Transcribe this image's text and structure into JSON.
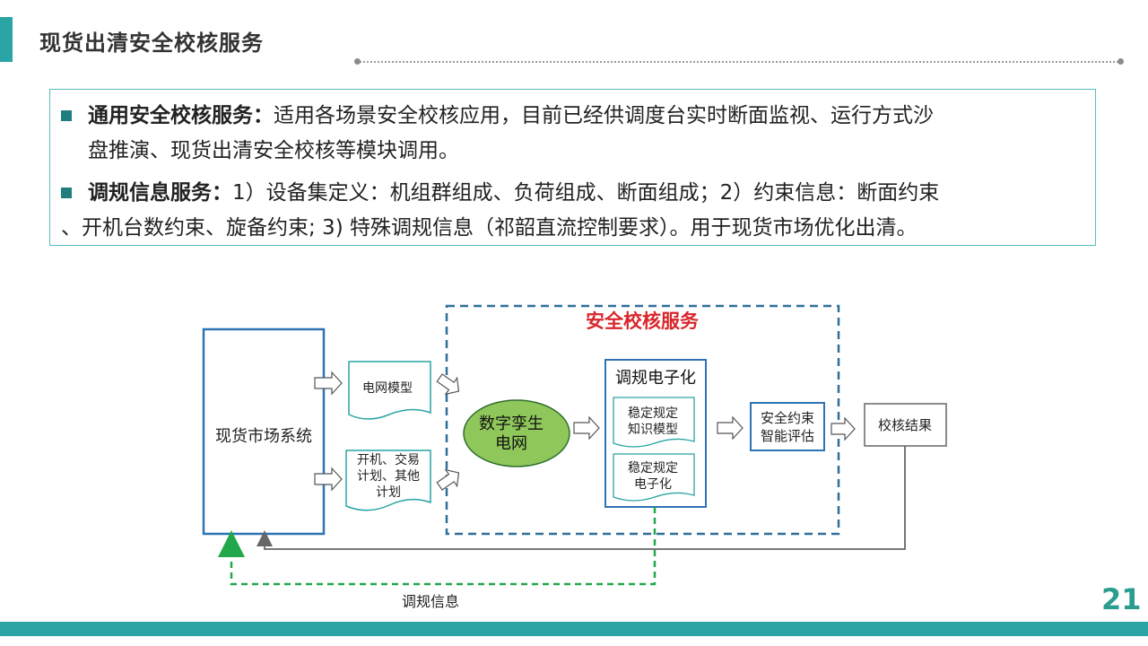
{
  "header": {
    "title": "现货出清安全校核服务"
  },
  "info": {
    "bullet1_bold": "通用安全校核服务：",
    "bullet1_text_line1": "适用各场景安全校核应用，目前已经供调度台实时断面监视、运行方式沙",
    "bullet1_text_line2": "盘推演、现货出清安全校核等模块调用。",
    "bullet2_bold": "调规信息服务：",
    "bullet2_text_line1": "1）设备集定义：机组群组成、负荷组成、断面组成；2）约束信息：断面约束",
    "bullet2_text_line2": "、开机台数约束、旋备约束; 3) 特殊调规信息（祁韶直流控制要求）。用于现货市场优化出清。"
  },
  "diagram": {
    "service_title": "安全校核服务",
    "market_system": "现货市场系统",
    "grid_model": "电网模型",
    "plan_line1": "开机、交易",
    "plan_line2": "计划、其他",
    "plan_line3": "计划",
    "digital_twin_line1": "数字孪生",
    "digital_twin_line2": "电网",
    "regulation_title": "调规电子化",
    "knowledge_line1": "稳定规定",
    "knowledge_line2": "知识模型",
    "digitize_line1": "稳定规定",
    "digitize_line2": "电子化",
    "assess_line1": "安全约束",
    "assess_line2": "智能评估",
    "result": "校核结果",
    "feedback_label": "调规信息"
  },
  "footer": {
    "page_number": "21"
  },
  "colors": {
    "accent": "#2aa4a4",
    "service_title": "#d9262c",
    "blue_border": "#2e74b5",
    "dashed_border": "#2f6f9a",
    "twin_fill": "#8fc75a",
    "feedback": "#22a84a"
  }
}
